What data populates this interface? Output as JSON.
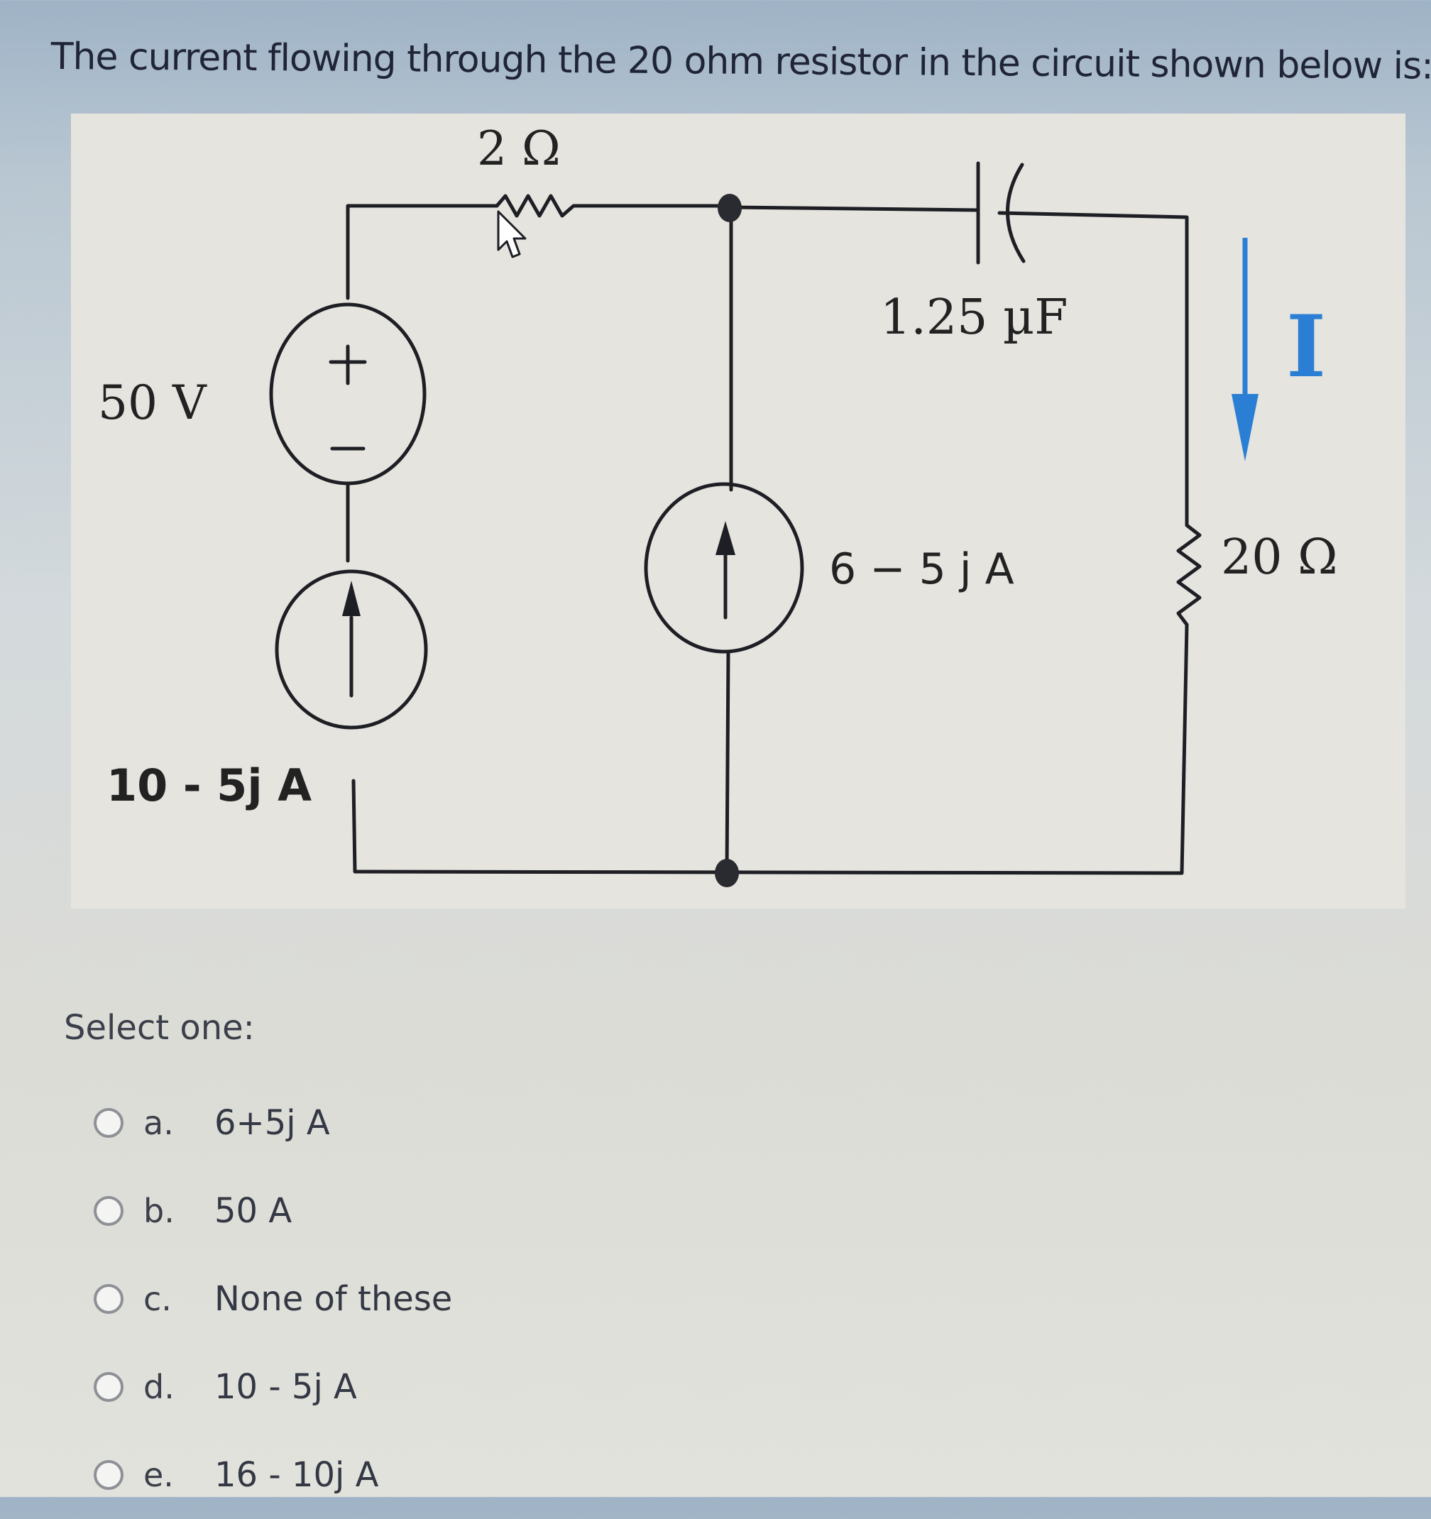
{
  "question": {
    "text": "The current flowing through  the 20 ohm resistor in the circuit shown below is:"
  },
  "circuit": {
    "resistor_top_label": "2 Ω",
    "capacitor_label": "1.25 µF",
    "voltage_source_label": "50 V",
    "voltage_plus": "+",
    "voltage_minus": "−",
    "left_current_source_label": "10 - 5j A",
    "middle_current_source_label": "6 − 5 j A",
    "right_resistor_label": "20 Ω",
    "current_arrow_label": "I",
    "arrow_color": "#2a7fd4",
    "wire_color": "#1e1f24"
  },
  "answers": {
    "prompt": "Select one:",
    "options": [
      {
        "letter": "a.",
        "text": "6+5j A",
        "selected": false
      },
      {
        "letter": "b.",
        "text": "50 A",
        "selected": false
      },
      {
        "letter": "c.",
        "text": "None of these",
        "selected": false
      },
      {
        "letter": "d.",
        "text": "10 - 5j A",
        "selected": false
      },
      {
        "letter": "e.",
        "text": "16 - 10j A",
        "selected": false
      }
    ]
  }
}
